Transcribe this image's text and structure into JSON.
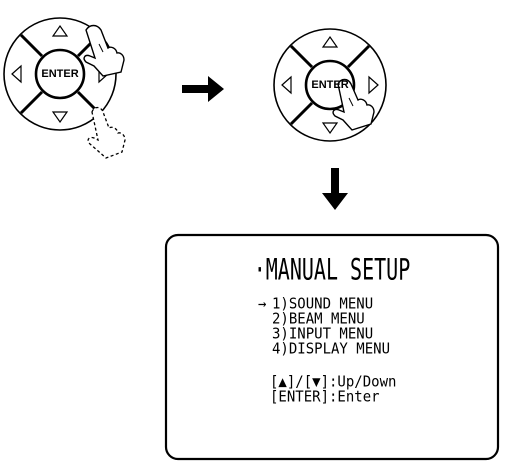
{
  "remote_left": {
    "enter_label": "ENTER"
  },
  "remote_right": {
    "enter_label": "ENTER"
  },
  "screen": {
    "title": "·MANUAL SETUP",
    "cursor": "→",
    "menu_items": [
      "1)SOUND MENU",
      "2)BEAM MENU",
      "3)INPUT MENU",
      "4)DISPLAY MENU"
    ],
    "help_lines": [
      "[▲]/[▼]:Up/Down",
      "[ENTER]:Enter"
    ]
  },
  "colors": {
    "line": "#000000",
    "background": "#ffffff"
  }
}
